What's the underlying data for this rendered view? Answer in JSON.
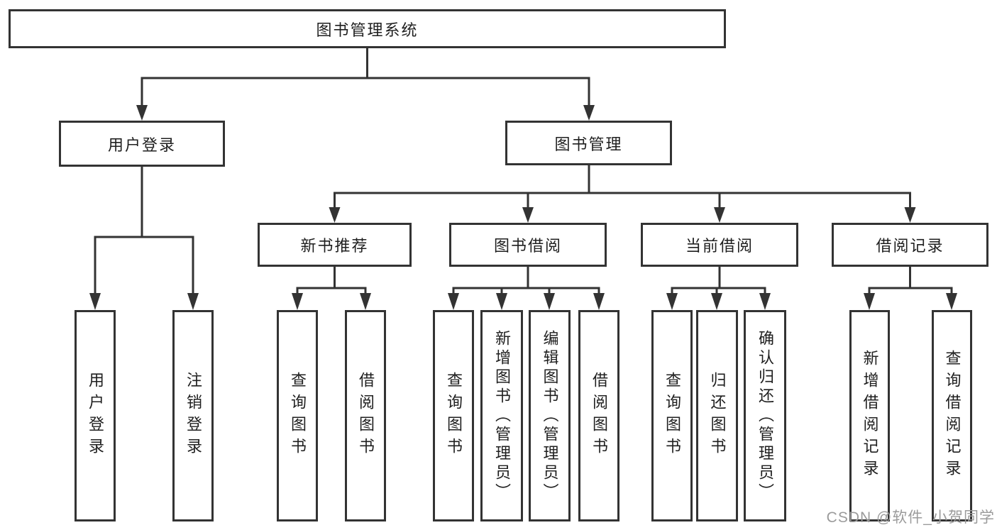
{
  "diagram": {
    "type": "hierarchy-diagram",
    "label": "图书管理系统",
    "children": [
      {
        "label": "用户登录",
        "children": [
          {
            "label": "用户登录"
          },
          {
            "label": "注销登录"
          }
        ]
      },
      {
        "label": "图书管理",
        "children": [
          {
            "label": "新书推荐",
            "children": [
              {
                "label": "查询图书"
              },
              {
                "label": "借阅图书"
              }
            ]
          },
          {
            "label": "图书借阅",
            "children": [
              {
                "label": "查询图书"
              },
              {
                "label": "新增图书（管理员）"
              },
              {
                "label": "编辑图书（管理员）"
              },
              {
                "label": "借阅图书"
              }
            ]
          },
          {
            "label": "当前借阅",
            "children": [
              {
                "label": "查询图书"
              },
              {
                "label": "归还图书"
              },
              {
                "label": "确认归还（管理员）"
              }
            ]
          },
          {
            "label": "借阅记录",
            "children": [
              {
                "label": "新增借阅记录"
              },
              {
                "label": "查询借阅记录"
              }
            ]
          }
        ]
      }
    ]
  },
  "watermark": {
    "text": "CSDN @软件_小贺同学"
  },
  "colors": {
    "line": "#333333",
    "text": "#1f1f1f",
    "watermark": "#9b9b9b",
    "background": "#ffffff"
  }
}
